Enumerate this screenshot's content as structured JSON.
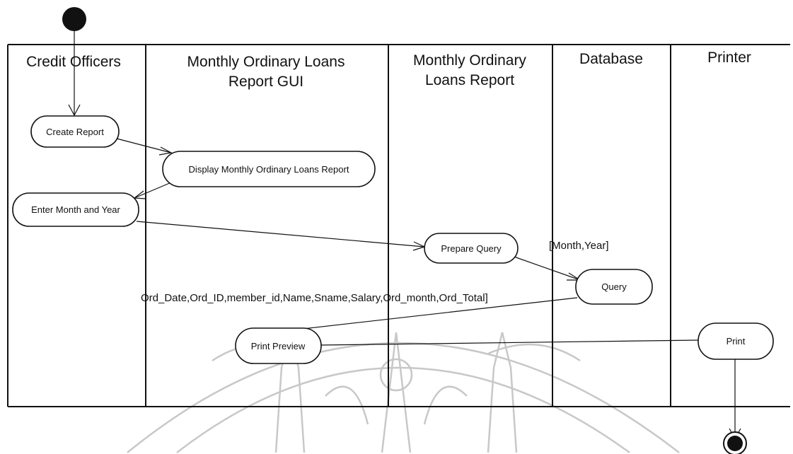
{
  "lanes": [
    {
      "title_lines": [
        "Credit Officers"
      ]
    },
    {
      "title_lines": [
        "Monthly Ordinary Loans",
        "Report GUI"
      ]
    },
    {
      "title_lines": [
        "Monthly Ordinary",
        "Loans Report"
      ]
    },
    {
      "title_lines": [
        "Database"
      ]
    },
    {
      "title_lines": [
        "Printer"
      ]
    }
  ],
  "actions": {
    "create_report": "Create Report",
    "display_report": "Display Monthly Ordinary Loans Report",
    "enter_month_year": "Enter Month and Year",
    "prepare_query": "Prepare Query",
    "query": "Query",
    "print_preview": "Print Preview",
    "print": "Print"
  },
  "guards": {
    "month_year": "[Month,Year]",
    "result_fields": "Ord_Date,Ord_ID,member_id,Name,Sname,Salary,Ord_month,Ord_Total]"
  },
  "colors": {
    "line": "#111111",
    "watermark": "#c8c8c8"
  }
}
